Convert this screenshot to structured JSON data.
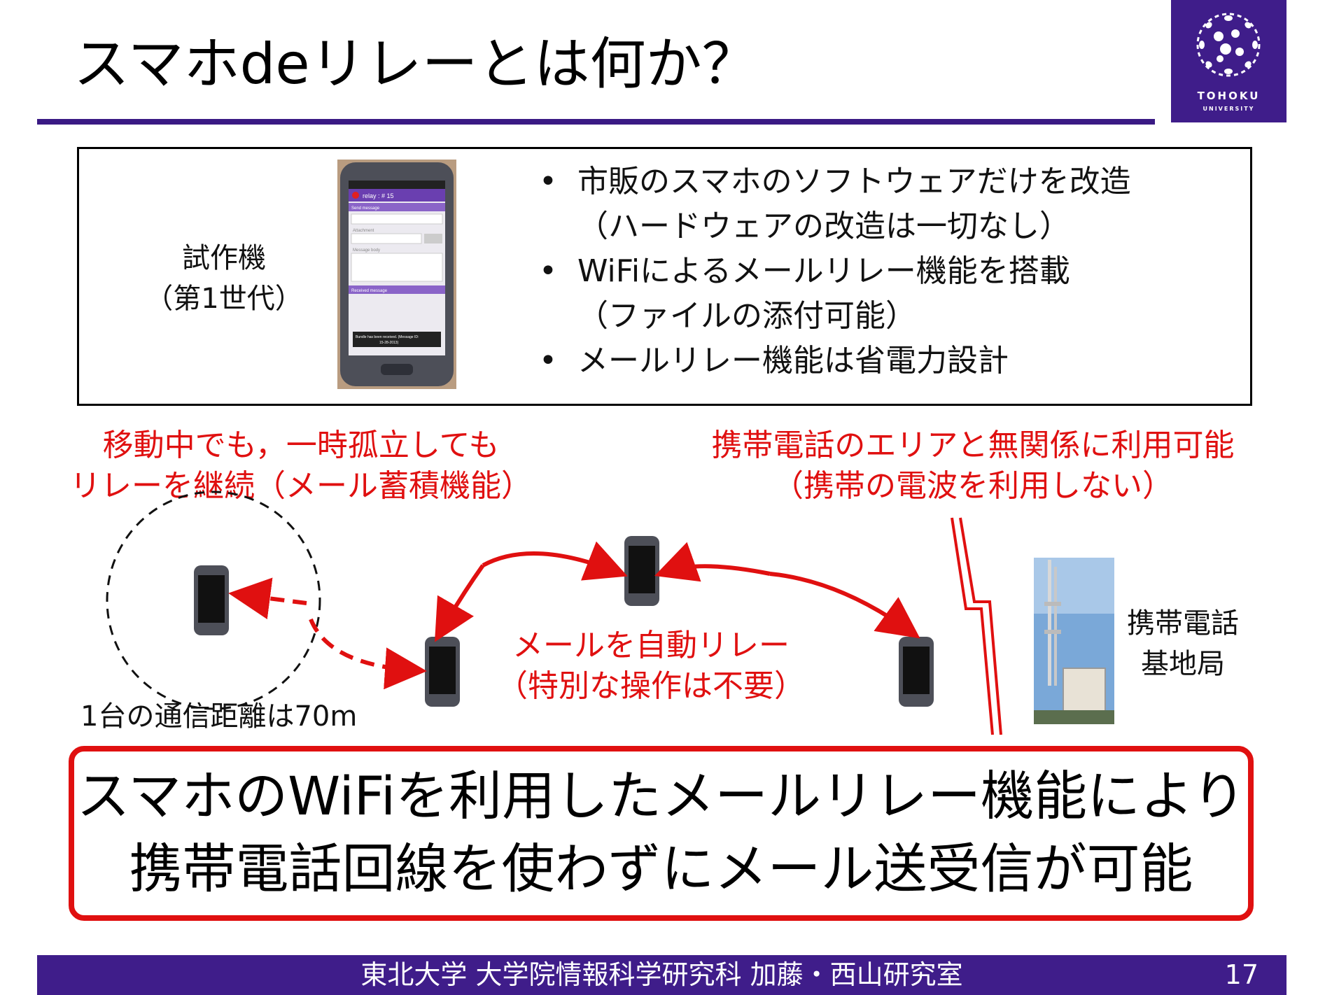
{
  "slide": {
    "title": "スマホdeリレーとは何か？",
    "page_number": "17",
    "footer": "東北大学 大学院情報科学研究科 加藤・西山研究室"
  },
  "logo": {
    "text_main": "TOHOKU",
    "text_sub": "UNIVERSITY"
  },
  "spec": {
    "label_line1": "試作機",
    "label_line2": "（第1世代）",
    "phone_screen": {
      "app_title": "relay : # 15",
      "section1": "Send message",
      "field1": "Attachment",
      "field2": "Message body",
      "section2": "Received message",
      "toast_line1": "Bundle has been received. (Message ID:",
      "toast_line2": "15-28-2013)"
    },
    "bullet_symbol": "•",
    "bullets": [
      "市販のスマホのソフトウェアだけを改造",
      "（ハードウェアの改造は一切なし）",
      "WiFiによるメールリレー機能を搭載",
      "（ファイルの添付可能）",
      "メールリレー機能は省電力設計"
    ]
  },
  "diagram": {
    "left_note_line1": "移動中でも，一時孤立しても",
    "left_note_line2": "リレーを継続（メール蓄積機能）",
    "right_note_line1": "携帯電話のエリアと無関係に利用可能",
    "right_note_line2": "（携帯の電波を利用しない）",
    "center_note_line1": "メールを自動リレー",
    "center_note_line2": "（特別な操作は不要）",
    "range_note": "1台の通信距離は70m",
    "tower_label_line1": "携帯電話",
    "tower_label_line2": "基地局"
  },
  "summary": {
    "line1": "スマホのWiFiを利用したメールリレー機能により",
    "line2": "携帯電話回線を使わずにメール送受信が可能"
  },
  "colors": {
    "accent_purple": "#3f1d8a",
    "alert_red": "#e01010"
  },
  "icons": [
    "tohoku-wreath-logo",
    "smartphone-icon",
    "cell-tower-icon",
    "lightning-icon",
    "arrow-icon"
  ]
}
